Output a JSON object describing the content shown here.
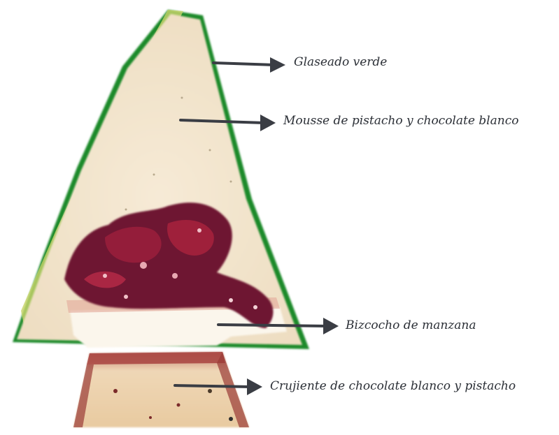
{
  "labels": {
    "glaze": "Glaseado verde",
    "mousse": "Mousse de pistacho y chocolate blanco",
    "sponge": "Bizcocho de manzana",
    "crunch": "Crujiente de chocolate blanco y pistacho"
  },
  "colors": {
    "glaze": "#1f8a2c",
    "mousse": "#f3e6cf",
    "fruit": "#6e1430",
    "sponge": "#fbf6ec",
    "crunch_body": "#f0dcc0",
    "crunch_edge": "#a23a3a",
    "arrow": "#3a3d44"
  }
}
